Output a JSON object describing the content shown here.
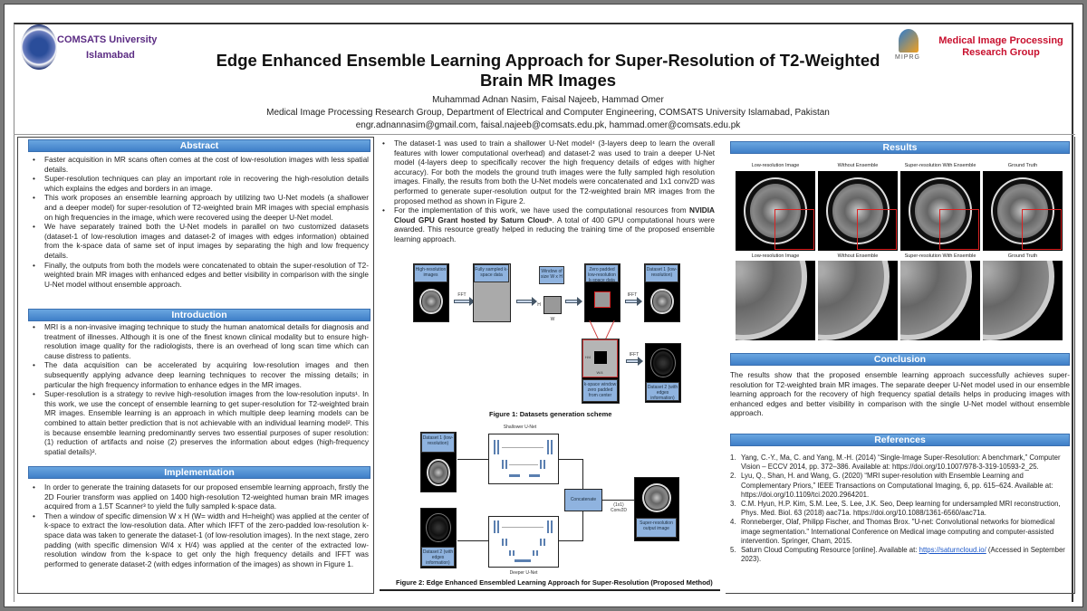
{
  "header": {
    "university": "COMSATS University",
    "campus": "Islamabad",
    "title_line1": "Edge Enhanced Ensemble Learning Approach for Super-Resolution of T2-Weighted",
    "title_line2": "Brain MR Images",
    "authors": "Muhammad Adnan Nasim, Faisal Najeeb, Hammad Omer",
    "affiliation": "Medical Image Processing Research Group, Department of Electrical and Computer Engineering, COMSATS University Islamabad, Pakistan",
    "emails": "engr.adnannasim@gmail.com, faisal.najeeb@comsats.edu.pk, hammad.omer@comsats.edu.pk",
    "group_name_line1": "Medical Image Processing",
    "group_name_line2": "Research Group",
    "group_logo_text": "MIPRG"
  },
  "colors": {
    "section_header": "#4a8ad4",
    "university": "#5b2c83",
    "group": "#c8102e",
    "highlight_box": "#d22222"
  },
  "abstract": {
    "title": "Abstract",
    "items": [
      "Faster acquisition in MR scans often comes at the cost of low-resolution images with less spatial details.",
      "Super-resolution techniques can play an important role in recovering the high-resolution details which explains the edges and borders in an image.",
      "This work proposes an ensemble learning approach by utilizing two U-Net models (a shallower and a deeper model) for super-resolution of T2-weighted brain MR images with special emphasis on high frequencies in the image, which were recovered using the deeper U-Net model.",
      "We have separately trained both the U-Net models in parallel on two customized datasets (dataset-1 of low-resolution images and dataset-2 of images with edges information) obtained from the k-space data of same set of input images by separating the high and low frequency details.",
      "Finally, the outputs from both the models were concatenated to obtain the super-resolution of T2-weighted brain MR images with enhanced edges and better visibility in comparison with the single U-Net model without ensemble approach."
    ]
  },
  "introduction": {
    "title": "Introduction",
    "items": [
      "MRI is a non-invasive imaging technique to study the human anatomical details for diagnosis and treatment of illnesses. Although it is one of the finest known clinical modality but to ensure high-resolution image quality for the radiologists, there is an overhead of long scan time which can cause distress to patients.",
      "The data acquisition can be accelerated by acquiring low-resolution images and then subsequently applying advance deep learning techniques to recover the missing details; in particular the high frequency information to enhance edges in the MR images.",
      "Super-resolution is a strategy to revive high-resolution images from the low-resolution inputs¹. In this work, we use the concept of ensemble learning to get super-resolution for T2-weighted brain MR images. Ensemble learning is an approach in which multiple deep learning models can be combined to attain better prediction that is not achievable with an individual learning model². This is because ensemble learning predominantly serves two essential purposes of super resolution: (1) reduction of artifacts and noise (2) preserves the information about edges (high-frequency spatial details)²."
    ]
  },
  "implementation": {
    "title": "Implementation",
    "items": [
      "In order to generate the training datasets for our proposed ensemble learning approach, firstly the 2D Fourier transform was applied on 1400 high-resolution T2-weighted human brain MR images acquired from a 1.5T Scanner³ to yield the fully sampled k-space data.",
      "Then a window of specific dimension W x H (W= width and H=height) was applied at the center of k-space to extract the low-resolution data. After which IFFT of the zero-padded low-resolution k-space data was taken to generate the dataset-1 (of low-resolution images). In the next stage, zero padding (with specific dimension W/4 x H/4) was applied at the center of the extracted low-resolution window from the k-space to get only the high frequency details and IFFT was performed to generate dataset-2 (with edges information of the images) as shown in Figure 1."
    ],
    "continued_item1": "The dataset-1 was used to train a shallower U-Net model⁴ (3-layers deep to learn the overall features with lower computational overhead) and dataset-2 was used to train a deeper U-Net model (4-layers deep to specifically recover the high frequency details of edges with higher accuracy). For both the models the ground truth images were the fully sampled high resolution images. Finally, the results from both the U-Net models were concatenated and 1x1 conv2D was performed to generate super-resolution output for the T2-weighted brain MR images from the proposed method as shown in Figure 2.",
    "continued_item2_pre": "For the implementation of this work, we have used the computational resources from ",
    "continued_item2_bold": "NVIDIA Cloud GPU Grant hosted by Saturn Cloud⁵",
    "continued_item2_post": ". A total of 400 GPU computational hours were awarded. This resource greatly helped in reducing the training time of the proposed ensemble learning approach."
  },
  "figure1": {
    "caption": "Figure 1: Datasets generation scheme",
    "hr_label": "High-resolution images",
    "full_label": "Fully sampled k- space data",
    "window_label": "Window of size W x H",
    "zp_label": "Zero padded low-resolution k-space data",
    "ds1_label": "Dataset 1 (low- resolution)",
    "kwin_label": "k-space window zero padded from center",
    "ds2_label": "Dataset 2 (with edges information)",
    "fft": "FFT",
    "ifft": "IFFT",
    "h": "H",
    "w": "W",
    "h4": "H/4",
    "w4": "W/4"
  },
  "figure2": {
    "caption": "Figure 2: Edge Enhanced Ensembled Learning Approach for Super-Resolution  (Proposed Method)",
    "shallow": "Shallower U-Net",
    "deep": "Deeper U-Net",
    "ds1": "Dataset 1 (low-resolution)",
    "ds2": "Dataset 2 (with edges information)",
    "concat": "Concatenate",
    "conv": "(1x1) Conv2D",
    "output": "Super-resolution output image"
  },
  "results": {
    "title": "Results",
    "labels": [
      "Low-resolution Image",
      "Without Ensemble",
      "Super-resolution With Ensemble",
      "Ground Truth"
    ]
  },
  "conclusion": {
    "title": "Conclusion",
    "text": "The results show that the proposed ensemble learning approach successfully achieves super-resolution for T2-weighted brain MR images. The separate deeper U-Net model used in our ensemble learning approach for the recovery of high frequency spatial details helps in producing images with enhanced edges and better visibility in comparison with the single U-Net model without ensemble approach."
  },
  "references": {
    "title": "References",
    "items": [
      "Yang, C.-Y., Ma, C. and Yang, M.-H. (2014) “Single-Image Super-Resolution: A benchmark,” Computer Vision – ECCV 2014, pp. 372–386. Available at: https://doi.org/10.1007/978-3-319-10593-2_25.",
      "Lyu, Q., Shan, H. and Wang, G. (2020) “MRI super-resolution with Ensemble Learning and Complementary Priors,” IEEE Transactions on Computational Imaging, 6, pp. 615–624. Available at: https://doi.org/10.1109/tci.2020.2964201.",
      "C.M. Hyun, H.P. Kim, S.M. Lee, S. Lee, J.K. Seo, Deep learning for undersampled MRI reconstruction, Phys. Med. Biol. 63 (2018) aac71a. https://doi.org/10.1088/1361-6560/aac71a.",
      "Ronneberger, Olaf, Philipp Fischer, and Thomas Brox. \"U-net: Convolutional networks for biomedical image segmentation.\" International Conference on Medical image computing and computer-assisted intervention. Springer, Cham, 2015.",
      "Saturn Cloud Computing Resource [online]. Available at: "
    ],
    "ref5_link": "https://saturncloud.io/",
    "ref5_post": " (Accessed  in September 2023)."
  }
}
